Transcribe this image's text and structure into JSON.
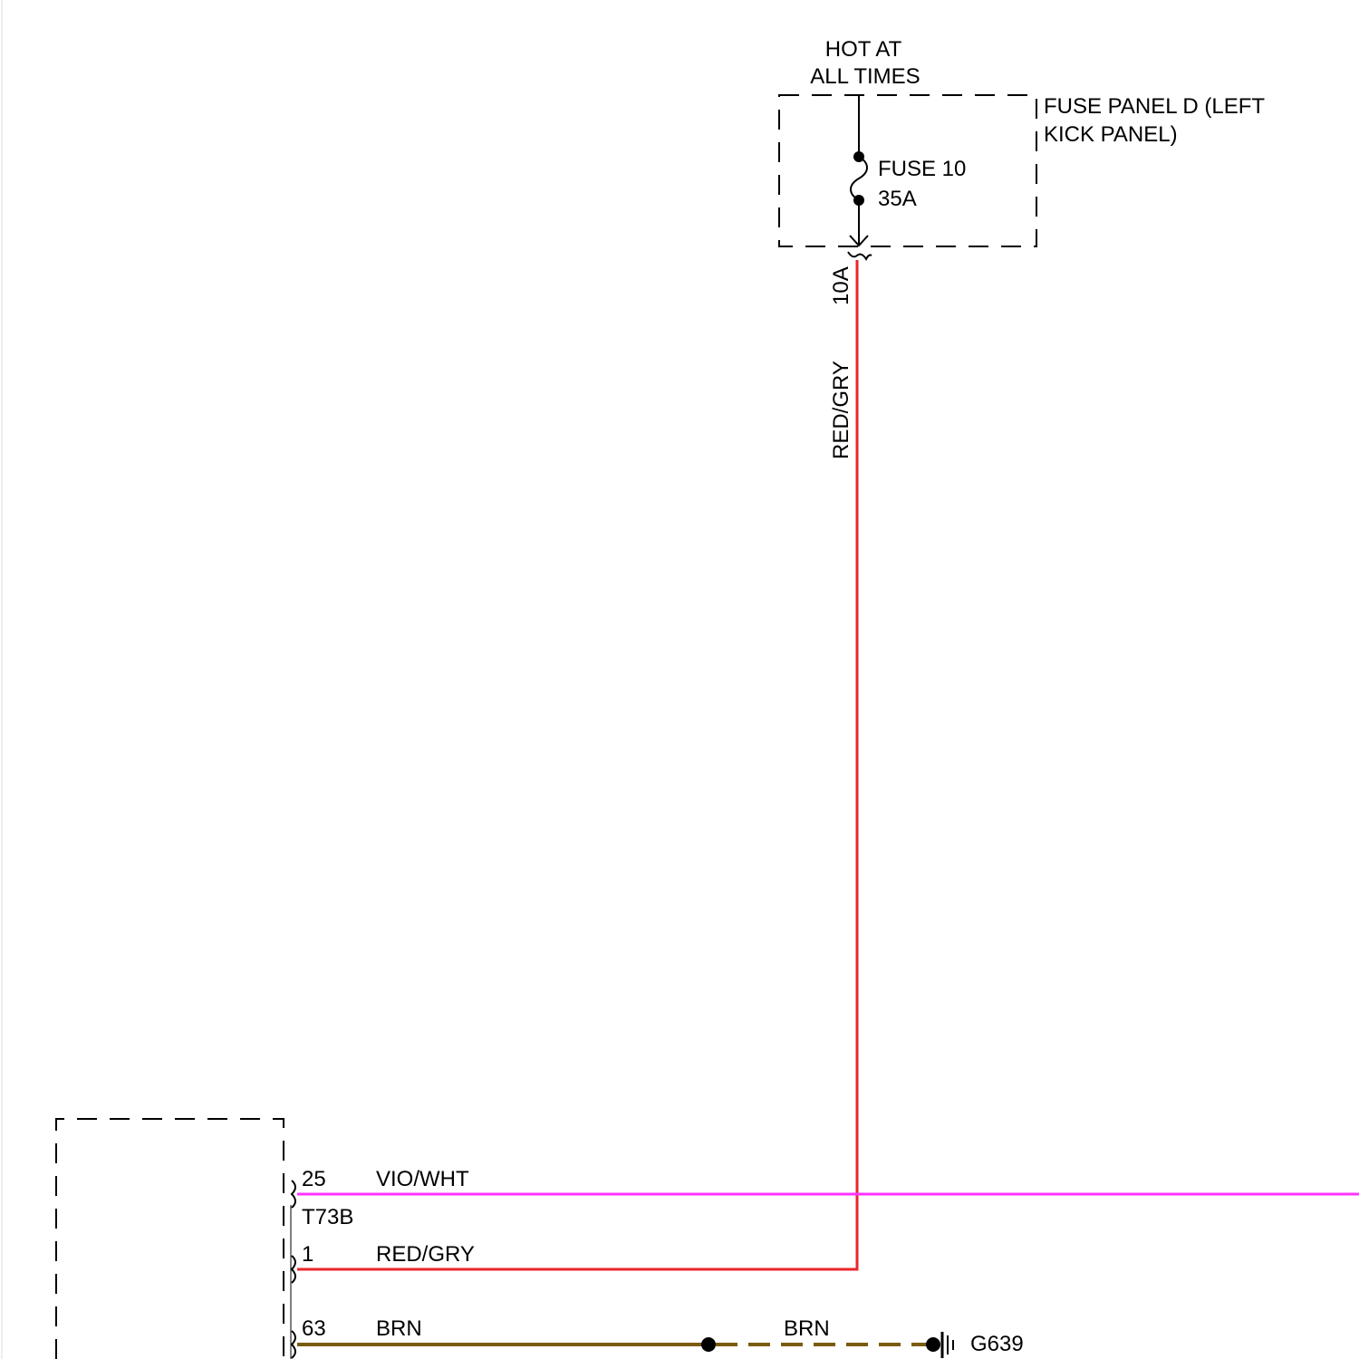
{
  "colors": {
    "background": "#ffffff",
    "ink": "#000000",
    "wire_red_gry": "#e8262b",
    "wire_vio_wht": "#ff33ff",
    "wire_brn": "#7a5c10"
  },
  "power_source": {
    "label_line1": "HOT AT",
    "label_line2": "ALL TIMES"
  },
  "fuse_panel": {
    "label_line1": "FUSE PANEL D (LEFT",
    "label_line2": "KICK PANEL)",
    "fuse_name": "FUSE 10",
    "fuse_rating": "35A",
    "connector_pin": "10A"
  },
  "module_connector": {
    "name": "T73B"
  },
  "wires": [
    {
      "pin": "25",
      "color_code": "VIO/WHT"
    },
    {
      "pin": "1",
      "color_code": "RED/GRY"
    },
    {
      "pin": "63",
      "color_code": "BRN"
    }
  ],
  "feed_wire_label": "RED/GRY",
  "ground_wire_label": "BRN",
  "ground": {
    "name": "G639"
  }
}
